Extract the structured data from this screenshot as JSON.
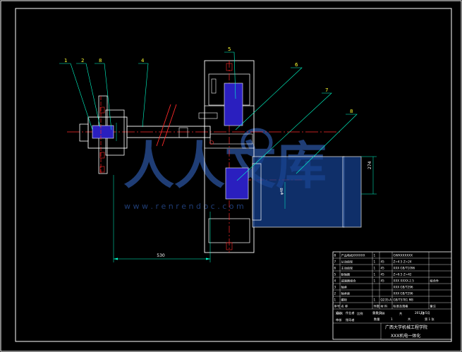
{
  "colors": {
    "background": "#000000",
    "frame": "#ffffff",
    "outline": "#ffffff",
    "centerline": "#ff2a2a",
    "hatch": "#ff2a2a",
    "leader": "#00ffcc",
    "dimension": "#00ffcc",
    "leader_number": "#ffff33",
    "motor_fill": "#143f8c",
    "gear_fill": "#2a1fbf",
    "watermark": "#3a6fd6"
  },
  "callouts": [
    "1",
    "2",
    "8",
    "4",
    "5",
    "6",
    "7",
    "8"
  ],
  "dimensions": {
    "horizontal": "530",
    "vertical_right": "274",
    "vertical_small": "φ48"
  },
  "watermark": {
    "chars": "人人文库",
    "url": "w w w . r e n r e n d o c . c o m"
  },
  "title_block": {
    "parts": [
      {
        "no": "8",
        "name": "产品电机XXXXXX",
        "qty": "1",
        "mat": "",
        "spec": "GWXXXXXXX",
        "note": ""
      },
      {
        "no": "7",
        "name": "从动齿轮",
        "qty": "1",
        "mat": "45",
        "spec": "Z=4.5 Z=24",
        "note": ""
      },
      {
        "no": "6",
        "name": "主动齿轮",
        "qty": "1",
        "mat": "45",
        "spec": "XXX GB/T1096",
        "note": ""
      },
      {
        "no": "5",
        "name": "联轴器",
        "qty": "1",
        "mat": "45",
        "spec": "Z=6.5 Z=42",
        "note": ""
      },
      {
        "no": "4",
        "name": "减速器组合",
        "qty": "1",
        "mat": "45",
        "spec": "XXX XXXX-2.5",
        "note": "组合件"
      },
      {
        "no": "3",
        "name": "轴承",
        "qty": "",
        "mat": "",
        "spec": "XXX GB/T296",
        "note": ""
      },
      {
        "no": "2",
        "name": "轴承座",
        "qty": "",
        "mat": "",
        "spec": "XXX GB/T296",
        "note": ""
      },
      {
        "no": "1",
        "name": "螺栓",
        "qty": "1",
        "mat": "Q235-A",
        "spec": "GB/T5781 M8",
        "note": ""
      }
    ],
    "header": [
      "序号",
      "名 称",
      "件数",
      "材 料",
      "标准及规格",
      "备注"
    ],
    "info_row": [
      "XX/X",
      "比例",
      "1:1",
      "共",
      "A1"
    ],
    "info_row2": [
      "数量",
      "1",
      "共",
      "第 1 张"
    ],
    "designer_label": "设计",
    "checker_label": "审核",
    "designer_value": "作业者",
    "checker_value": "指导者",
    "weight": "重量 5kg",
    "date": "2017年5月",
    "school": "广西大学机械工程学院",
    "title": "XXX机电一体化"
  }
}
